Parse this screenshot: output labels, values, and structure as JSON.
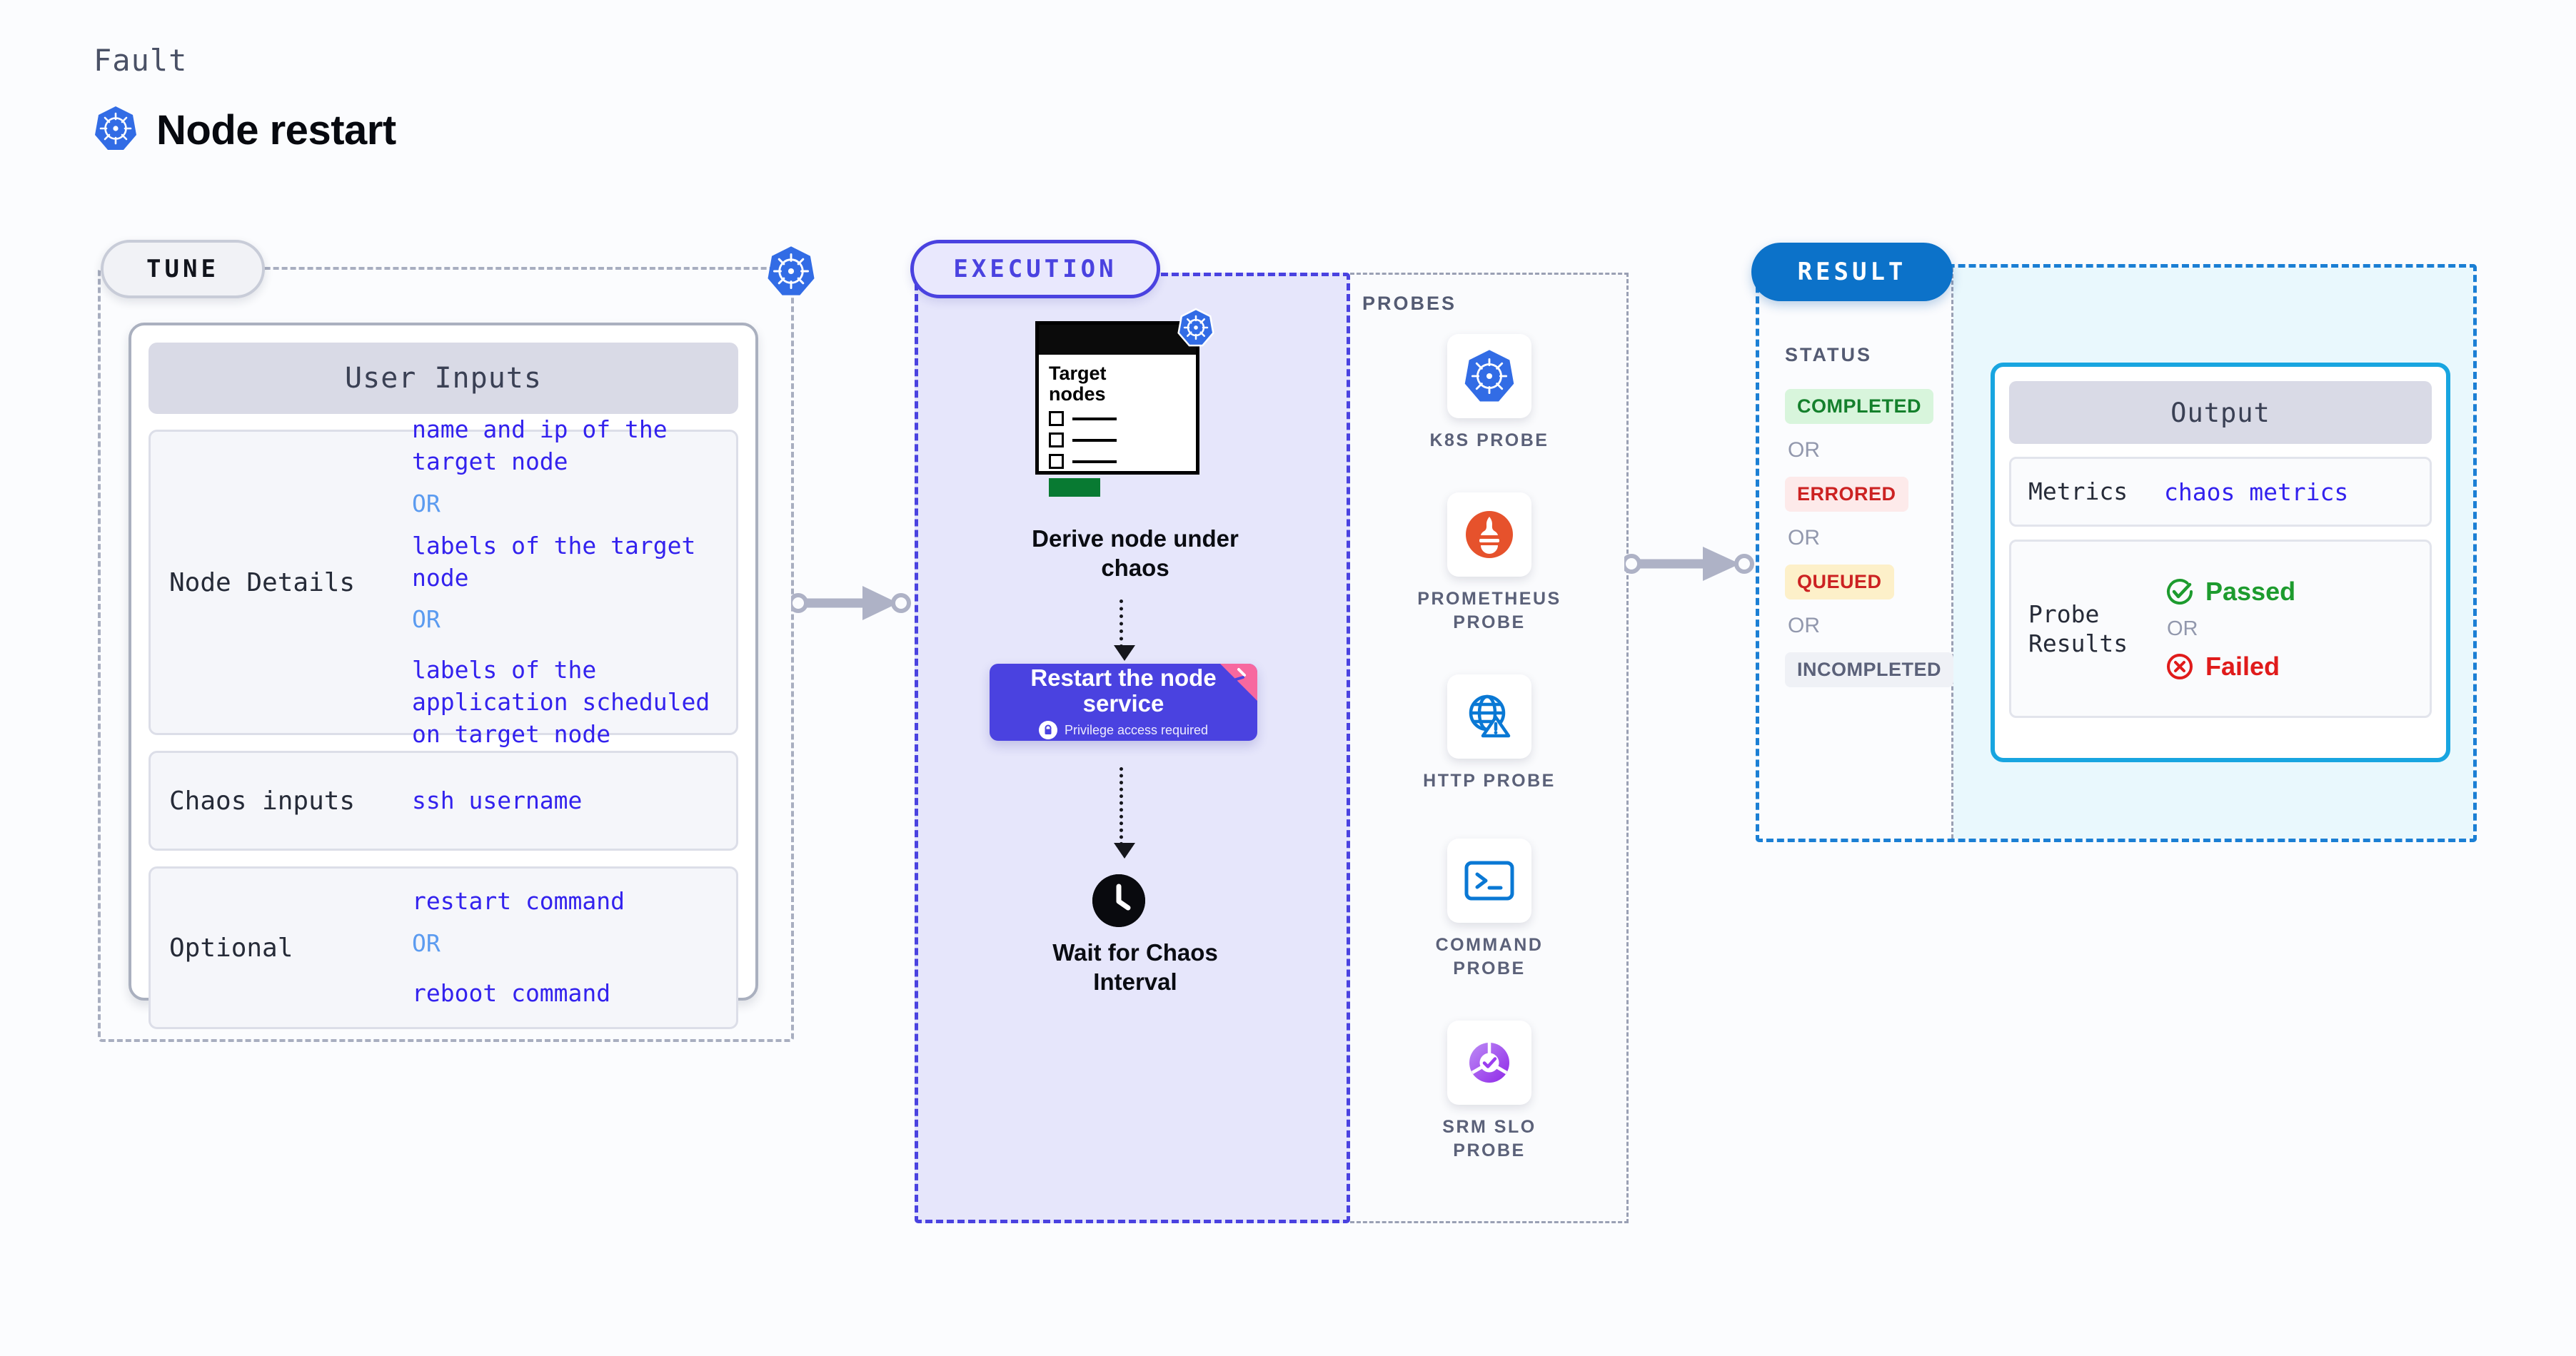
{
  "header": {
    "eyebrow": "Fault",
    "title": "Node restart",
    "icon": "kubernetes-icon"
  },
  "tune": {
    "badge": "TUNE",
    "k8s_icon": "kubernetes-icon",
    "card_title": "User Inputs",
    "rows": [
      {
        "key": "Node Details",
        "values": [
          "name and ip of the target node",
          "labels of the target node",
          "labels of the application scheduled on target node"
        ],
        "separators": [
          "OR",
          "OR"
        ]
      },
      {
        "key": "Chaos inputs",
        "values": [
          "ssh username"
        ],
        "separators": []
      },
      {
        "key": "Optional",
        "values": [
          "restart command",
          "reboot command"
        ],
        "separators": [
          "OR"
        ]
      }
    ]
  },
  "execution": {
    "badge": "EXECUTION",
    "target_card": {
      "title_line1": "Target",
      "title_line2": "nodes",
      "k8s_icon": "kubernetes-icon",
      "checkbox_rows": 3
    },
    "derive_label_line1": "Derive node under",
    "derive_label_line2": "chaos",
    "restart_box": {
      "title_line1": "Restart the node",
      "title_line2": "service",
      "subtitle": "Privilege access required",
      "lock_icon": "lock-icon",
      "corner_icon": "fault-corner-icon",
      "color": "#4a42e0"
    },
    "wait": {
      "icon": "clock-icon",
      "label_line1": "Wait for Chaos",
      "label_line2": "Interval"
    }
  },
  "probes": {
    "label": "PROBES",
    "items": [
      {
        "name": "K8S PROBE",
        "icon": "kubernetes-icon"
      },
      {
        "name": "PROMETHEUS PROBE",
        "icon": "prometheus-icon"
      },
      {
        "name": "HTTP PROBE",
        "icon": "globe-warning-icon"
      },
      {
        "name": "COMMAND PROBE",
        "icon": "terminal-icon"
      },
      {
        "name": "SRM SLO PROBE",
        "icon": "srm-slo-icon"
      }
    ]
  },
  "result": {
    "badge": "RESULT",
    "status_label": "STATUS",
    "statuses": [
      {
        "label": "COMPLETED",
        "bg": "#d8f5dc",
        "fg": "#14802c"
      },
      {
        "label": "ERRORED",
        "bg": "#fdeaea",
        "fg": "#cc2222"
      },
      {
        "label": "QUEUED",
        "bg": "#fdf0c9",
        "fg": "#cc2222"
      },
      {
        "label": "INCOMPLETED",
        "bg": "#eff1f6",
        "fg": "#5b6179"
      }
    ],
    "status_or": "OR",
    "output": {
      "title": "Output",
      "metrics_key": "Metrics",
      "metrics_value": "chaos metrics",
      "probe_key_line1": "Probe",
      "probe_key_line2": "Results",
      "passed": "Passed",
      "failed": "Failed",
      "or": "OR",
      "passed_icon": "check-circle-icon",
      "failed_icon": "x-circle-icon",
      "passed_color": "#1d9b2e",
      "failed_color": "#e01b1b"
    }
  },
  "connectors": [
    {
      "name": "tune-to-execution"
    },
    {
      "name": "execution-to-result"
    }
  ]
}
